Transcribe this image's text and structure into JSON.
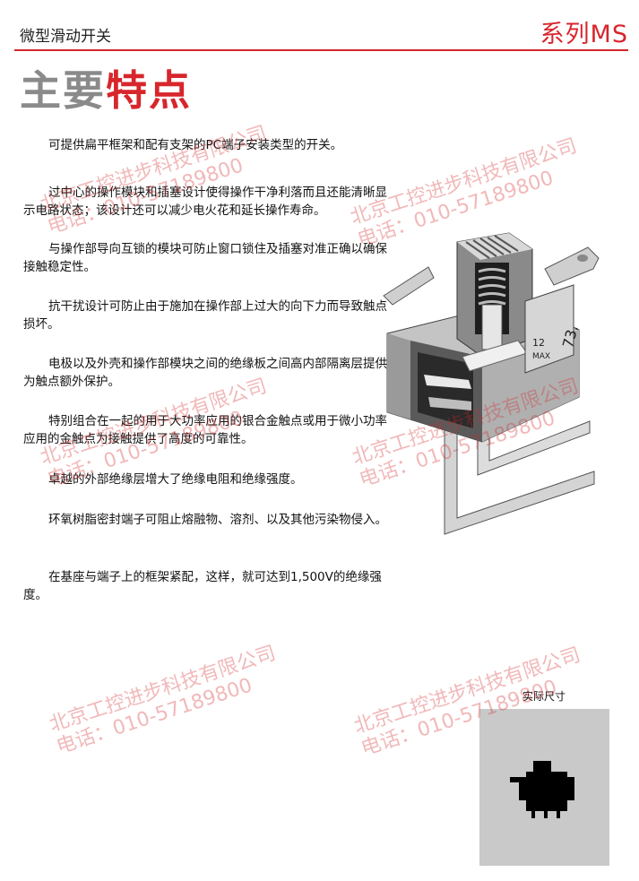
{
  "header": {
    "left_title": "微型滑动开关",
    "series": "系列MS"
  },
  "title": {
    "part1": "主要",
    "part2": "特点"
  },
  "features": [
    "可提供扁平框架和配有支架的PC端子安装类型的开关。",
    "过中心的操作模块和插塞设计使得操作干净利落而且还能清晰显示电路状态；该设计还可以减少电火花和延长操作寿命。",
    "与操作部导向互锁的模块可防止窗口锁住及插塞对准正确以确保接触稳定性。",
    "抗干扰设计可防止由于施加在操作部上过大的向下力而导致触点损坏。",
    "电极以及外壳和操作部模块之间的绝缘板之间高内部隔离层提供为触点额外保护。",
    "特别组合在一起的用于大功率应用的银合金触点或用于微小功率应用的金触点为接触提供了高度的可靠性。",
    "卓越的外部绝缘层增大了绝缘电阻和绝缘强度。",
    "环氧树脂密封端子可阻止熔融物、溶剂、以及其他污染物侵入。",
    "在基座与端子上的框架紧配，这样，就可达到1,500V的绝缘强度。"
  ],
  "product_image": {
    "label_12": "12",
    "label_max": "MAX",
    "label_73": "73."
  },
  "actual_size": {
    "label": "实际尺寸"
  },
  "watermarks": [
    {
      "line1": "北京工控进步科技有限公司",
      "line2": "电话：010-57189800"
    },
    {
      "line1": "北京工控进步科技有限公司",
      "line2": "电话：010-57189800"
    },
    {
      "line1": "北京工控进步科技有限公司",
      "line2": "电话：010-57189800"
    },
    {
      "line1": "北京工控进步科技有限公司",
      "line2": "电话：010-57189800"
    },
    {
      "line1": "北京工控进步科技有限公司",
      "line2": "电话：010-57189800"
    },
    {
      "line1": "北京工控进步科技有限公司",
      "line2": "电话：010-57189800"
    }
  ],
  "colors": {
    "accent_red": "#d7262c",
    "title_gray": "#8a8a8a",
    "size_box_gray": "#c9c9c9"
  }
}
